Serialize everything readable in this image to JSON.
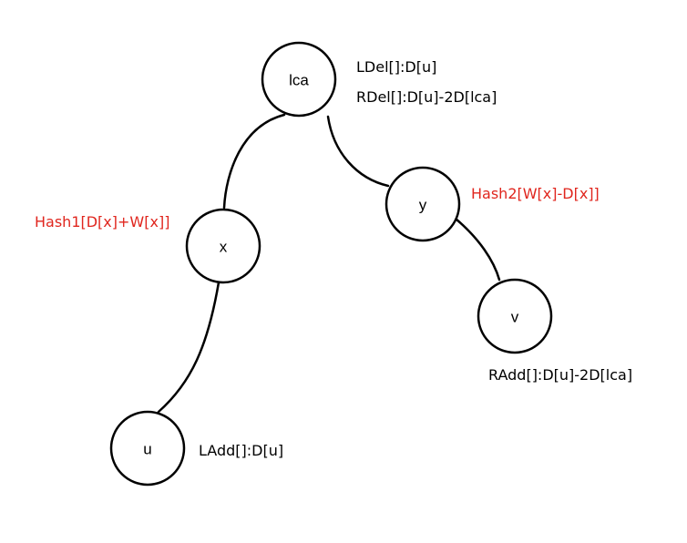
{
  "nodes": {
    "lca": "lca",
    "x": "x",
    "y": "y",
    "v": "v",
    "u": "u"
  },
  "annotations": {
    "lca_ldel": "LDel[]:D[u]",
    "lca_rdel": "RDel[]:D[u]-2D[lca]",
    "y_hash2": "Hash2[W[x]-D[x]]",
    "x_hash1": "Hash1[D[x]+W[x]]",
    "v_radd": "RAdd[]:D[u]-2D[lca]",
    "u_ladd": "LAdd[]:D[u]"
  },
  "colors": {
    "black": "#000000",
    "red": "#e0261e"
  }
}
